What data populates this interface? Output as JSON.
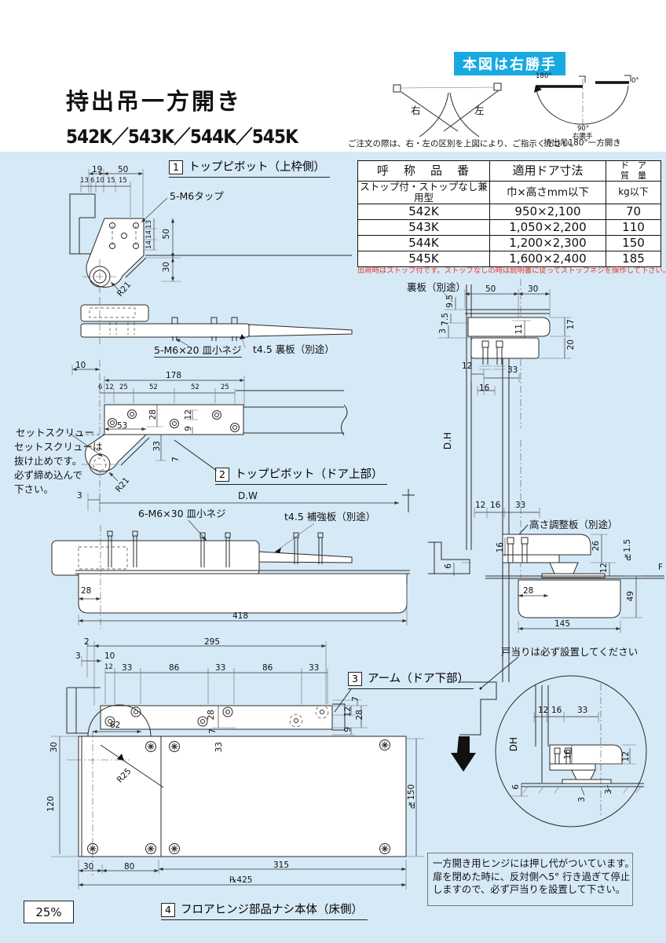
{
  "colors": {
    "bg": "#d6e9f6",
    "accent": "#18a9e0",
    "red": "#e8392b",
    "line": "#222222"
  },
  "header": {
    "title": "持出吊一方開き",
    "models": "542K／543K／544K／545K",
    "hand_box": "本図は右勝手",
    "right": "右",
    "left": "左",
    "deg180": "180°",
    "deg0": "0°",
    "deg90": "90°",
    "deg90_hand": "右勝手",
    "order_note": "ご注文の際は、右・左の区別を上図により、ご指示ください。",
    "type_note": "持出吊180°一方開き"
  },
  "table": {
    "h_model": "呼　称　品　番",
    "h_model2": "ストップ付・ストップなし兼用型",
    "h_size": "適用ドア寸法",
    "h_size2": "巾×高さmm以下",
    "h_w1": "ド　ア",
    "h_w2": "質　量",
    "h_w3": "kg以下",
    "rows": [
      {
        "model": "542K",
        "size": "950×2,100",
        "weight": "70"
      },
      {
        "model": "543K",
        "size": "1,050×2,200",
        "weight": "110"
      },
      {
        "model": "544K",
        "size": "1,200×2,300",
        "weight": "150"
      },
      {
        "model": "545K",
        "size": "1,600×2,400",
        "weight": "185"
      }
    ],
    "note": "出荷時はストップ付です。ストップなしの時は説明書に従ってストップネジを操作して下さい。"
  },
  "sections": {
    "n1": "1",
    "t1": "トップピボット（上枠側）",
    "n2": "2",
    "t2": "トップピボット（ドア上部）",
    "n3": "3",
    "t3": "アーム（ドア下部）",
    "n4": "4",
    "t4": "フロアヒンジ部品ナシ本体（床側）",
    "scale": "25%"
  },
  "d1": {
    "w19": "19",
    "w50": "50",
    "r2": [
      "13",
      "6",
      "10",
      "15",
      "15"
    ],
    "tap": "5-M6タップ",
    "v13": "13",
    "v14a": "14",
    "v14b": "14",
    "v50": "50",
    "v30": "30",
    "r21": "R21",
    "screw": "5-M6×20 皿小ネジ",
    "back": "t4.5 裏板（別途）"
  },
  "d2": {
    "w10": "10",
    "w178": "178",
    "r": [
      "6",
      "12",
      "25",
      "52",
      "52",
      "25"
    ],
    "w53": "53",
    "v28": "28",
    "v12": "12",
    "v9": "9",
    "v33": "33",
    "v7": "7",
    "r21": "R21",
    "set_title": "セットスクリュー",
    "set_l1": "セットスクリューは",
    "set_l2": "抜け止めです。",
    "set_l3": "必ず締め込んで",
    "set_l4": "下さい。",
    "w3": "3",
    "dw": "D.W",
    "screw": "6-M6×30 皿小ネジ",
    "plate": "t4.5 補強板（別途）",
    "w28": "28",
    "w418": "418"
  },
  "d3": {
    "w2": "2",
    "w295": "295",
    "w3": "3",
    "w10": "10",
    "r": [
      "12",
      "33",
      "86",
      "33",
      "86",
      "33"
    ],
    "w62": "62",
    "i28": "28",
    "i7": "7",
    "v7a": "7",
    "v12": "12",
    "v28": "28",
    "v9": "9",
    "v33": "33",
    "v30": "30",
    "v120": "120",
    "r25": "R25",
    "v150": "℞150",
    "b30": "30",
    "b80": "80",
    "b315": "315",
    "b425": "℞425"
  },
  "d4": {
    "back": "裏板（別途）",
    "w50": "50",
    "w30": "30",
    "v95": "9.5",
    "v75": "7.5",
    "v3": "3",
    "v17": "17",
    "v11": "11",
    "v20": "20",
    "w12": "12",
    "w33": "33",
    "w16": "16",
    "dh": "D.H",
    "m12": "12",
    "m16": "16",
    "m33": "33",
    "hplate": "高さ調整板（別途）",
    "s16": "16",
    "s26": "26",
    "s15": "℞1.5",
    "s12": "12",
    "s6": "6",
    "s28": "28",
    "s49": "49",
    "s145": "145",
    "f": "F",
    "stop_note": "戸当りは必ず設置してください",
    "c12": "12",
    "c16": "16",
    "c33": "33",
    "cdh": "DH",
    "c16b": "16",
    "c12b": "12",
    "c6": "6",
    "c3a": "3",
    "c3b": "3",
    "warn": [
      "一方開き用ヒンジには押し代がついています。",
      "扉を閉めた時に、反対側へ5° 行き過ぎて停止",
      "しますので、必ず戸当りを設置して下さい。"
    ]
  }
}
